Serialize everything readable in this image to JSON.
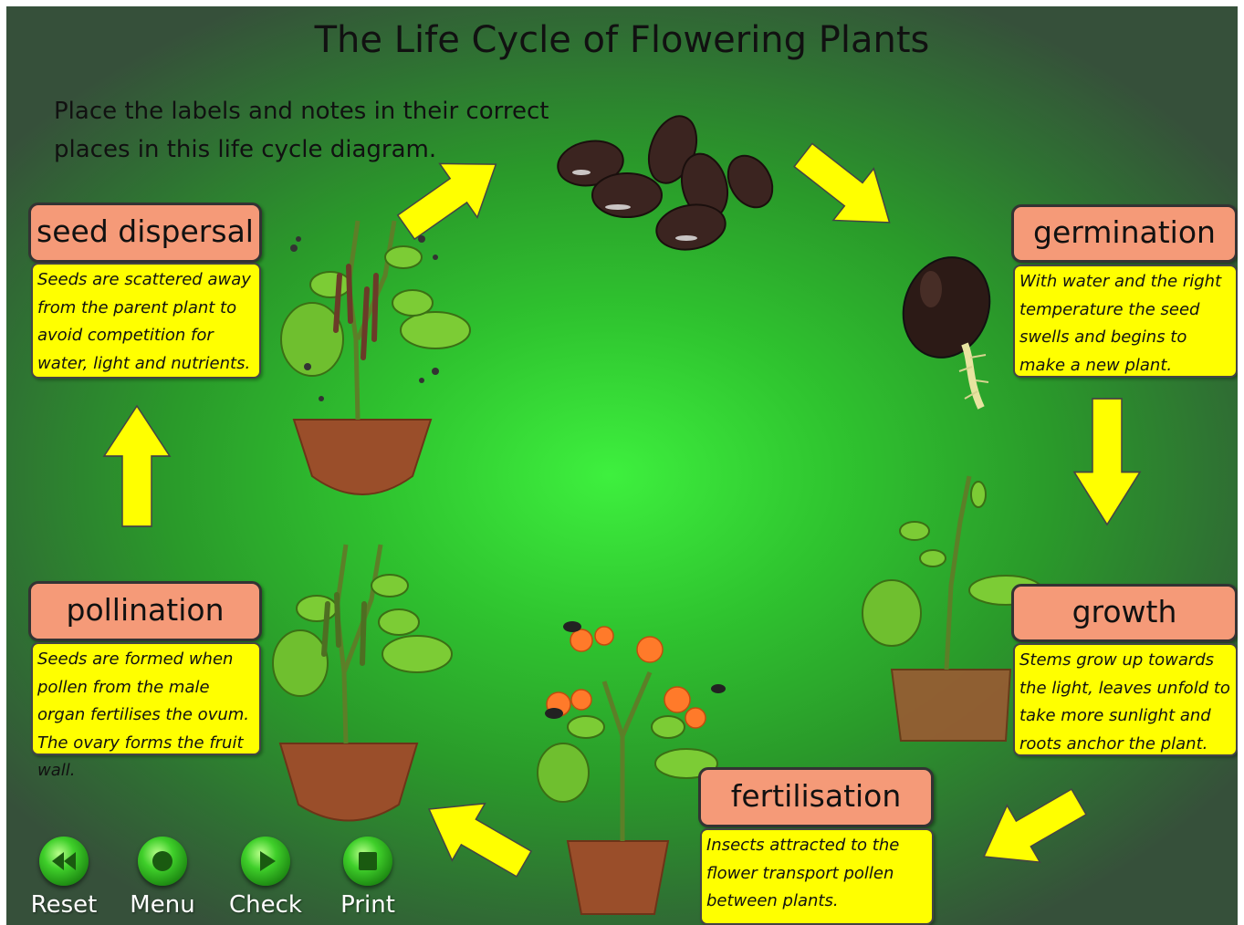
{
  "title": "The Life Cycle of Flowering Plants",
  "instructions": "Place the labels and notes in their correct places in this life cycle diagram.",
  "stages": {
    "seed_dispersal": {
      "label": "seed dispersal",
      "note": "Seeds are scattered away from the parent plant to avoid competition for water, light and nutrients."
    },
    "germination": {
      "label": "germination",
      "note": "With water and the right temperature the seed swells and begins to make a new plant."
    },
    "growth": {
      "label": "growth",
      "note": "Stems grow up towards the light, leaves unfold to take more sunlight and roots anchor the plant."
    },
    "fertilisation": {
      "label": "fertilisation",
      "note": "Insects attracted to the flower transport pollen between plants."
    },
    "pollination": {
      "label": "pollination",
      "note": "Seeds are formed when pollen from the male organ fertilises the ovum. The ovary forms the fruit wall."
    }
  },
  "controls": {
    "reset": "Reset",
    "menu": "Menu",
    "check": "Check",
    "print": "Print"
  },
  "colors": {
    "label_bg": "#f59a78",
    "note_bg": "#ffff00",
    "arrow": "#ffff00",
    "button": "#3fcf2a"
  }
}
